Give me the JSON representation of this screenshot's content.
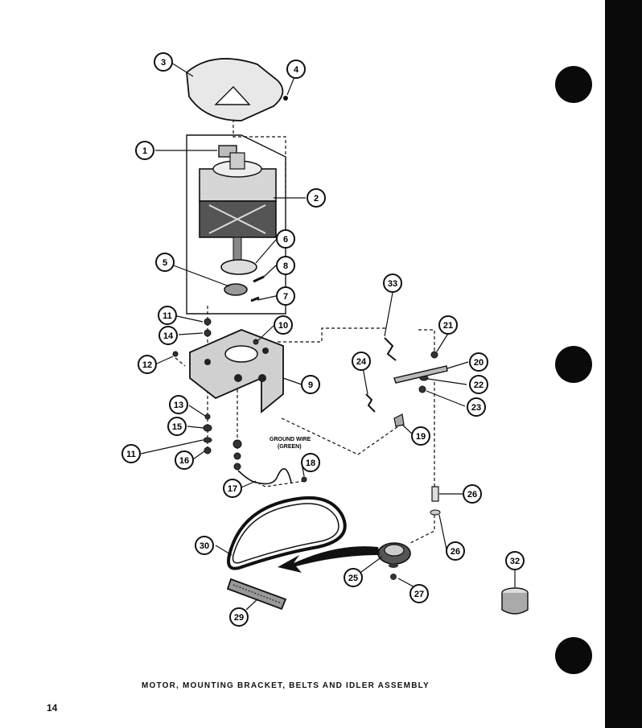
{
  "page": {
    "caption": "MOTOR, MOUNTING BRACKET, BELTS AND IDLER ASSEMBLY",
    "page_number": "14",
    "ground_wire_label_line1": "GROUND WIRE",
    "ground_wire_label_line2": "(GREEN)"
  },
  "callouts": [
    {
      "id": "c1",
      "label": "1"
    },
    {
      "id": "c2",
      "label": "2"
    },
    {
      "id": "c3",
      "label": "3"
    },
    {
      "id": "c4",
      "label": "4"
    },
    {
      "id": "c5",
      "label": "5"
    },
    {
      "id": "c6",
      "label": "6"
    },
    {
      "id": "c7",
      "label": "7"
    },
    {
      "id": "c8",
      "label": "8"
    },
    {
      "id": "c9",
      "label": "9"
    },
    {
      "id": "c10",
      "label": "10"
    },
    {
      "id": "c11a",
      "label": "11"
    },
    {
      "id": "c11b",
      "label": "11"
    },
    {
      "id": "c12",
      "label": "12"
    },
    {
      "id": "c13",
      "label": "13"
    },
    {
      "id": "c14",
      "label": "14"
    },
    {
      "id": "c15",
      "label": "15"
    },
    {
      "id": "c16",
      "label": "16"
    },
    {
      "id": "c17",
      "label": "17"
    },
    {
      "id": "c18",
      "label": "18"
    },
    {
      "id": "c19",
      "label": "19"
    },
    {
      "id": "c20",
      "label": "20"
    },
    {
      "id": "c21",
      "label": "21"
    },
    {
      "id": "c22",
      "label": "22"
    },
    {
      "id": "c23",
      "label": "23"
    },
    {
      "id": "c24",
      "label": "24"
    },
    {
      "id": "c25",
      "label": "25"
    },
    {
      "id": "c26a",
      "label": "26"
    },
    {
      "id": "c26b",
      "label": "26"
    },
    {
      "id": "c27",
      "label": "27"
    },
    {
      "id": "c29",
      "label": "29"
    },
    {
      "id": "c30",
      "label": "30"
    },
    {
      "id": "c32",
      "label": "32"
    },
    {
      "id": "c33",
      "label": "33"
    }
  ]
}
